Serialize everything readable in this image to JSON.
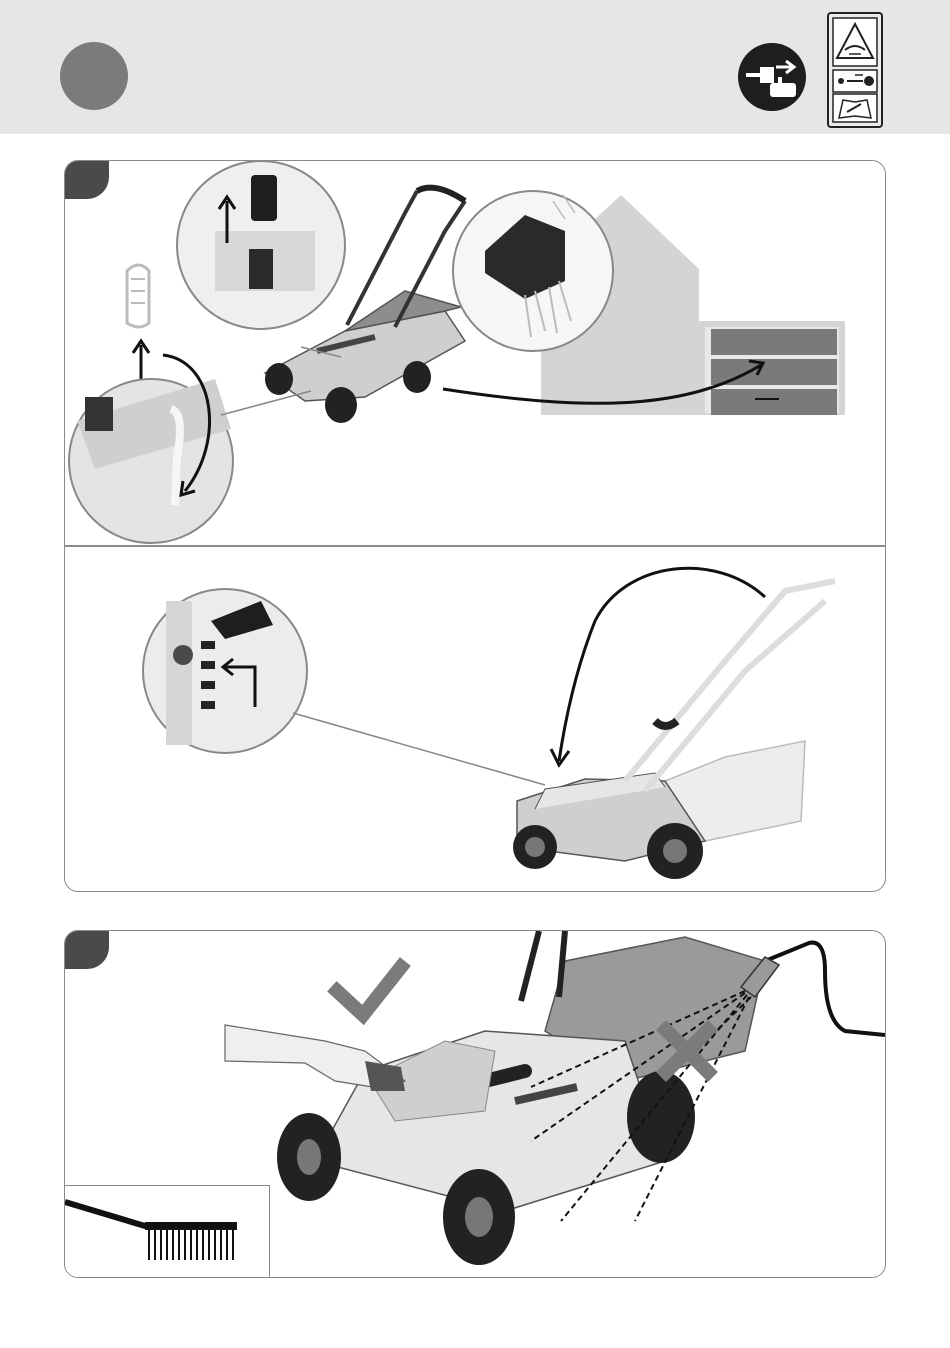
{
  "header": {
    "step_marker": "step-circle",
    "icons": [
      "disconnect-power-icon",
      "warning-sharp-blade-icon",
      "remove-safety-key-icon",
      "read-manual-icon"
    ]
  },
  "panels": [
    {
      "name": "remove-battery-and-key-then-store",
      "steps": [
        "remove-battery",
        "remove-safety-key",
        "empty-grass-box",
        "store-in-garage"
      ]
    },
    {
      "name": "fold-handle-and-release-lever",
      "steps": [
        "release-quick-lever",
        "fold-handle-forward"
      ]
    },
    {
      "name": "cleaning-instructions",
      "steps": [
        "wipe-with-cloth-allowed",
        "brush-allowed",
        "water-hose-prohibited"
      ]
    }
  ],
  "colors": {
    "header_bg": "#e6e6e6",
    "step_circle": "#7b7b7b",
    "panel_border": "#8a8a8a",
    "dark": "#1e1e1e"
  }
}
